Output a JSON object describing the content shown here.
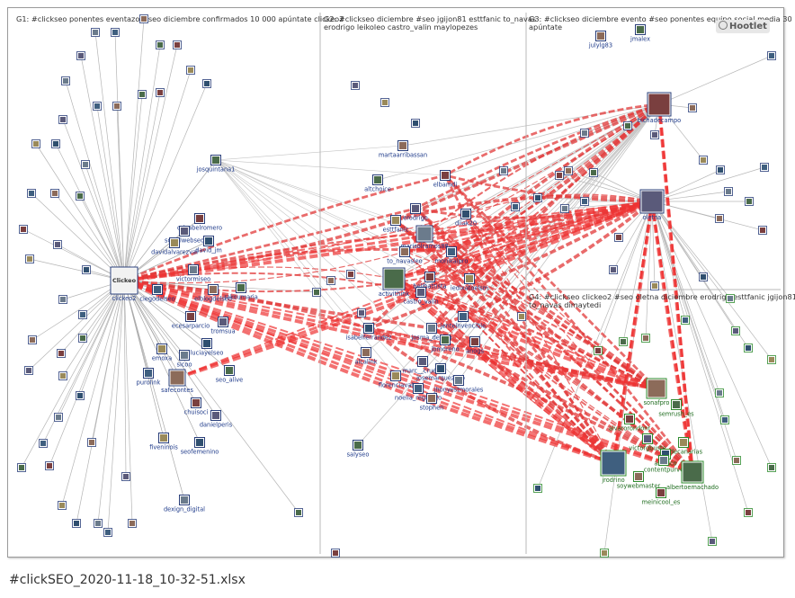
{
  "groups": [
    {
      "id": "G1",
      "label": "G1: #clickseo ponentes eventazo #seo diciembre confirmados 10 000 apúntate clickeo2",
      "lines": [
        "G1: #clickseo ponentes eventazo #seo diciembre confirmados 10 000 apúntate clickeo2"
      ]
    },
    {
      "id": "G2",
      "label": "G2: #clickseo diciembre #seo jgijon81 esttfanic to_navas erodrigo leikoleo castro_valin maylopezes",
      "lines": [
        "G2: #clickseo diciembre #seo jgijon81 esttfanic to_navas",
        "erodrigo leikoleo castro_valin maylopezes"
      ]
    },
    {
      "id": "G3",
      "label": "G3: #clickseo diciembre evento #seo ponentes equipo social media 30 apúntate",
      "lines": [
        "G3: #clickseo diciembre evento #seo ponentes equipo social media 30",
        "apúntate"
      ]
    },
    {
      "id": "G4",
      "label": "G4: #clickseo clickeo2 #seo oletna diciembre erodrigo esttfanic jgijon81 to_navas dimaytedi",
      "lines": [
        "G4: #clickseo clickeo2 #seo oletna diciembre erodrigo esttfanic jgijon81",
        "to_navas dimaytedi"
      ]
    }
  ],
  "nodes": {
    "G1": [
      "clickeo2",
      "josquintana1",
      "c_isabelromero",
      "socialwebseo",
      "davidalvarezval",
      "david_jm",
      "victormiseo",
      "ciegodelseo",
      "elblogdelseo",
      "rakoumaria",
      "ecesarparcio",
      "tromsua",
      "emoxa",
      "luciayelseo",
      "sicoo",
      "purolink",
      "safecontes",
      "seo_alive",
      "chuisoci",
      "danielperis",
      "fiveninois",
      "seofemenino",
      "dexign_digital"
    ],
    "G2": [
      "martaarribassan",
      "altchoice",
      "elbamdi",
      "erodrigo",
      "esttfanic",
      "diiak20",
      "marisolramos88",
      "monikalpro",
      "to_navasleo",
      "activithink",
      "bellbattista",
      "castro_valin",
      "iedixatoelsm",
      "isabelferrandez",
      "josma_design",
      "jenteinvencible",
      "alcalink",
      "jbmoreno",
      "anogs",
      "marc__cruells",
      "florenciaval",
      "josemarquezseo",
      "jhonyestmorales",
      "noelia_regalado",
      "stophen",
      "salyseo"
    ],
    "G3": [
      "julylg83",
      "jmalex",
      "bichadecampo",
      "oletna"
    ],
    "G4": [
      "sonafpro",
      "semrush_es",
      "alvarorondonr",
      "victorgbuste",
      "jadecanarias",
      "asenico",
      "contentpurve",
      "jrodrino",
      "soywebmaster",
      "albertoemachado",
      "meinicool_es"
    ]
  },
  "watermark": "Hootlet",
  "file_caption": "#clickSEO_2020-11-18_10-32-51.xlsx",
  "colors": {
    "edge_red": "#e23a3a",
    "edge_gray": "#9a9a9a",
    "label_blue": "#1e3a8a",
    "label_green": "#1d6b1d",
    "frame": "#9a9a9a"
  }
}
